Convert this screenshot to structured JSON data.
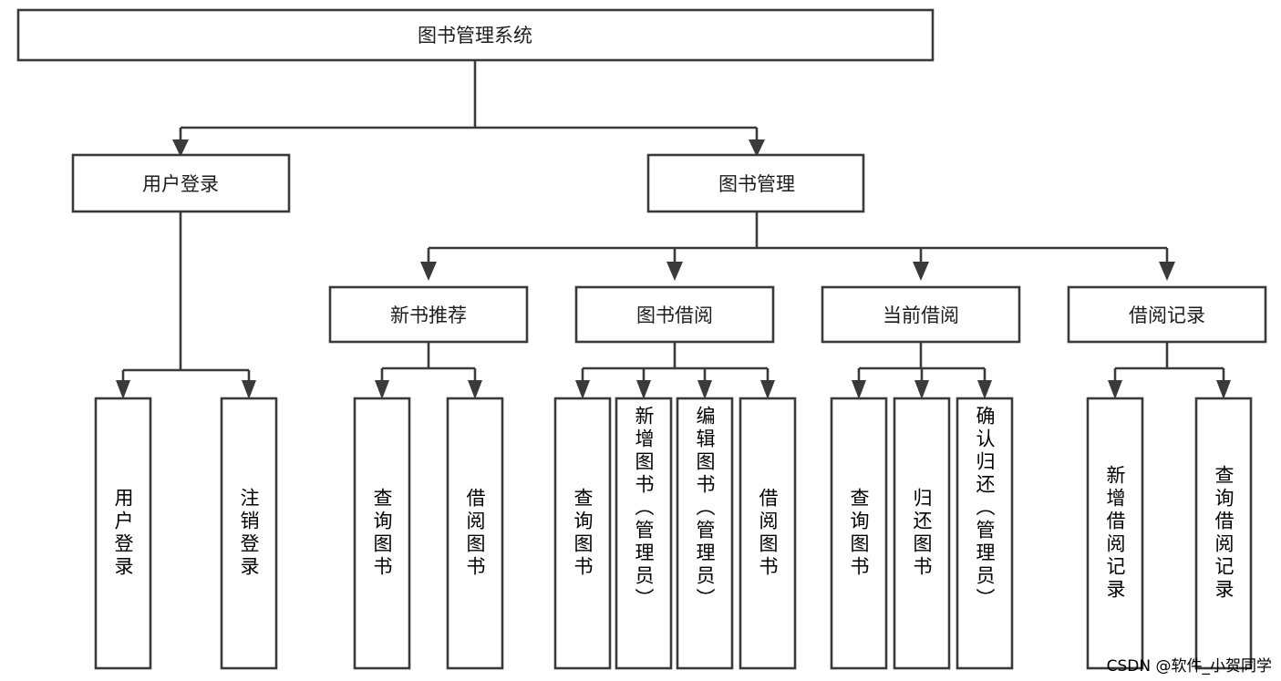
{
  "diagram": {
    "type": "tree-hierarchy",
    "title": "图书管理系统",
    "levels": [
      {
        "level": 1,
        "nodes": [
          {
            "id": "root",
            "label": "图书管理系统",
            "orientation": "horizontal"
          }
        ]
      },
      {
        "level": 2,
        "nodes": [
          {
            "id": "user-login",
            "label": "用户登录",
            "orientation": "horizontal",
            "parent": "root"
          },
          {
            "id": "book-mgmt",
            "label": "图书管理",
            "orientation": "horizontal",
            "parent": "root"
          }
        ]
      },
      {
        "level": 3,
        "nodes": [
          {
            "id": "new-book-rec",
            "label": "新书推荐",
            "orientation": "horizontal",
            "parent": "book-mgmt"
          },
          {
            "id": "book-borrow",
            "label": "图书借阅",
            "orientation": "horizontal",
            "parent": "book-mgmt"
          },
          {
            "id": "current-borrow",
            "label": "当前借阅",
            "orientation": "horizontal",
            "parent": "book-mgmt"
          },
          {
            "id": "borrow-record",
            "label": "借阅记录",
            "orientation": "horizontal",
            "parent": "book-mgmt"
          }
        ]
      },
      {
        "level": 4,
        "nodes": [
          {
            "id": "leaf-user-login",
            "label": "用户登录",
            "orientation": "vertical",
            "parent": "user-login"
          },
          {
            "id": "leaf-logout",
            "label": "注销登录",
            "orientation": "vertical",
            "parent": "user-login"
          },
          {
            "id": "leaf-query-book-1",
            "label": "查询图书",
            "orientation": "vertical",
            "parent": "new-book-rec"
          },
          {
            "id": "leaf-borrow-book-1",
            "label": "借阅图书",
            "orientation": "vertical",
            "parent": "new-book-rec"
          },
          {
            "id": "leaf-query-book-2",
            "label": "查询图书",
            "orientation": "vertical",
            "parent": "book-borrow"
          },
          {
            "id": "leaf-add-book",
            "label": "新增图书（管理员）",
            "orientation": "vertical",
            "parent": "book-borrow"
          },
          {
            "id": "leaf-edit-book",
            "label": "编辑图书（管理员）",
            "orientation": "vertical",
            "parent": "book-borrow"
          },
          {
            "id": "leaf-borrow-book-2",
            "label": "借阅图书",
            "orientation": "vertical",
            "parent": "book-borrow"
          },
          {
            "id": "leaf-query-book-3",
            "label": "查询图书",
            "orientation": "vertical",
            "parent": "current-borrow"
          },
          {
            "id": "leaf-return-book",
            "label": "归还图书",
            "orientation": "vertical",
            "parent": "current-borrow"
          },
          {
            "id": "leaf-confirm-return",
            "label": "确认归还（管理员）",
            "orientation": "vertical",
            "parent": "current-borrow"
          },
          {
            "id": "leaf-add-record",
            "label": "新增借阅记录",
            "orientation": "vertical",
            "parent": "borrow-record"
          },
          {
            "id": "leaf-query-record",
            "label": "查询借阅记录",
            "orientation": "vertical",
            "parent": "borrow-record"
          }
        ]
      }
    ],
    "colors": {
      "box_stroke": "#3a3a3a",
      "box_fill": "#ffffff",
      "text": "#1c1c1c",
      "background": "#ffffff",
      "watermark": "#b8b8b8"
    }
  },
  "watermark": {
    "text": "CSDN @软件_小贺同学"
  }
}
